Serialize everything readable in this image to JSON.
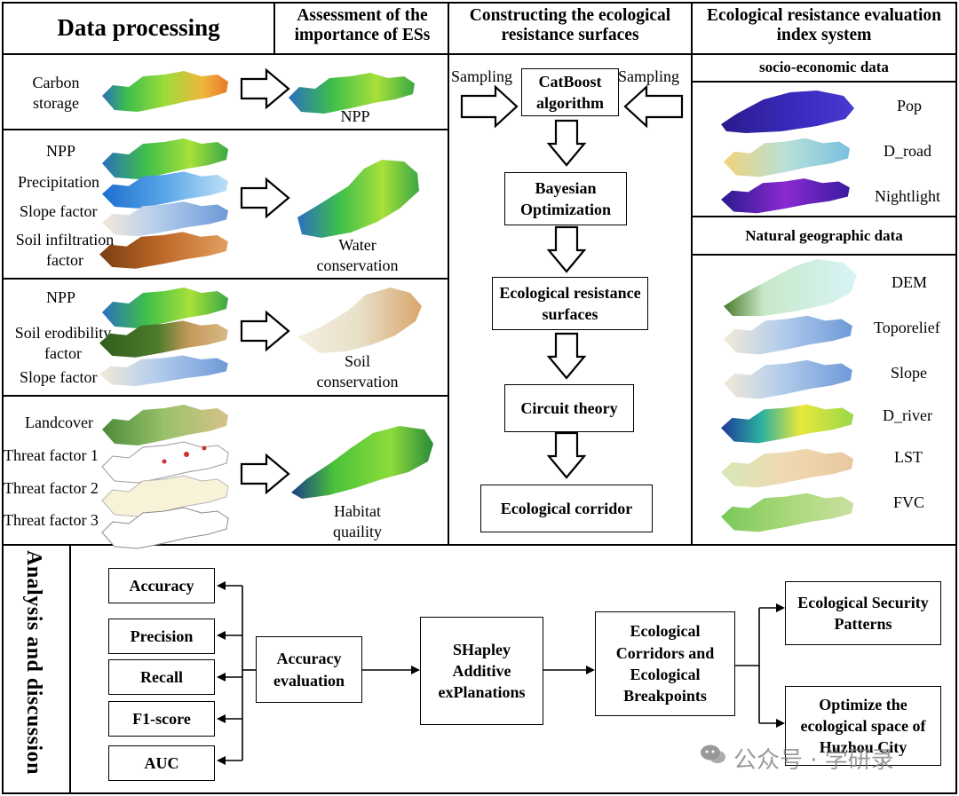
{
  "headers": {
    "data_processing": "Data processing",
    "assessment": "Assessment of the importance of ESs",
    "constructing": "Constructing the ecological resistance surfaces",
    "evaluation": "Ecological resistance evaluation index system"
  },
  "panel1": {
    "input": "Carbon storage",
    "output": "NPP"
  },
  "panel2": {
    "inputs": [
      "NPP",
      "Precipitation",
      "Slope factor",
      "Soil infiltration factor"
    ],
    "output": "Water conservation"
  },
  "panel3": {
    "inputs": [
      "NPP",
      "Soil erodibility factor",
      "Slope factor"
    ],
    "output": "Soil conservation"
  },
  "panel4": {
    "inputs": [
      "Landcover",
      "Threat factor 1",
      "Threat factor 2",
      "Threat factor 3"
    ],
    "output": "Habitat quaility"
  },
  "flow": {
    "sampling_left": "Sampling",
    "sampling_right": "Sampling",
    "catboost": "CatBoost algorithm",
    "bayesian": "Bayesian Optimization",
    "resistance": "Ecological resistance surfaces",
    "circuit": "Circuit theory",
    "corridor": "Ecological corridor"
  },
  "socio": {
    "title": "socio-economic data",
    "items": [
      "Pop",
      "D_road",
      "Nightlight"
    ]
  },
  "natural": {
    "title": "Natural geographic data",
    "items": [
      "DEM",
      "Toporelief",
      "Slope",
      "D_river",
      "LST",
      "FVC"
    ]
  },
  "analysis": {
    "title": "Analysis and discussion",
    "metrics": [
      "Accuracy",
      "Precision",
      "Recall",
      "F1-score",
      "AUC"
    ],
    "accuracy_eval": "Accuracy evaluation",
    "shap": "SHapley Additive exPlanations",
    "corridors": "Ecological Corridors and Ecological Breakpoints",
    "security": "Ecological Security Patterns",
    "optimize": "Optimize the ecological space of Huzhou City"
  },
  "watermark": "公众号 · 学研录",
  "colors": {
    "border": "#000000",
    "watermark": "#888888"
  }
}
